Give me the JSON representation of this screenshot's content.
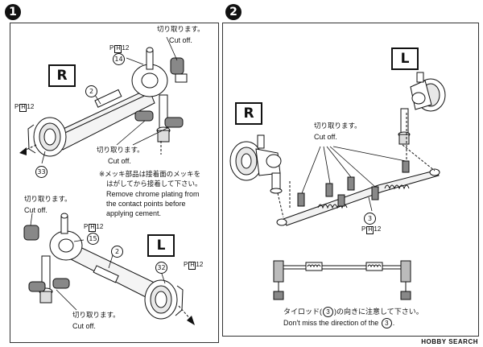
{
  "steps": [
    {
      "number": "1"
    },
    {
      "number": "2"
    }
  ],
  "step1": {
    "side_r": "R",
    "side_l": "L",
    "cut_jp": "切り取ります。",
    "cut_en": "Cut off.",
    "chrome_note_jp_1": "※メッキ部品は接着面のメッキを",
    "chrome_note_jp_2": "はがしてから接着して下さい。",
    "chrome_note_en_1": "Remove chrome plating from",
    "chrome_note_en_2": "the contact points before",
    "chrome_note_en_3": "applying cement.",
    "callouts": [
      "2",
      "14",
      "33",
      "2",
      "15",
      "32"
    ],
    "part_prefix": "P",
    "part_sub": "H",
    "part_num": "12"
  },
  "step2": {
    "side_r": "R",
    "side_l": "L",
    "cut_jp": "切り取ります。",
    "cut_en": "Cut off.",
    "callout_3": "3",
    "part_prefix": "P",
    "part_sub": "H",
    "part_num": "12",
    "tie_rod_jp_a": "タイロッド(",
    "tie_rod_jp_b": ")の向きに注意して下さい。",
    "tie_rod_en_a": "Don't miss the direction of the",
    "tie_rod_en_b": "."
  },
  "watermark": "HOBBY SEARCH"
}
